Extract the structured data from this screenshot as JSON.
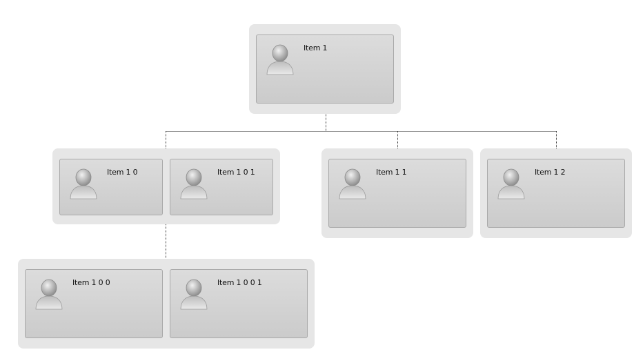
{
  "nodes": {
    "n1": {
      "label": "Item 1"
    },
    "n10": {
      "label": "Item 1 0"
    },
    "n101": {
      "label": "Item 1 0 1"
    },
    "n11": {
      "label": "Item 1 1"
    },
    "n12": {
      "label": "Item 1 2"
    },
    "n100": {
      "label": "Item 1 0 0"
    },
    "n1001": {
      "label": "Item 1 0 0 1"
    }
  },
  "icon": "person-avatar-icon",
  "colors": {
    "group_bg": "#e6e6e6",
    "card_border": "#a9a9a9",
    "card_gradient_top": "#dcdcdc",
    "card_gradient_bottom": "#cbcbcb",
    "connector": "#333333"
  }
}
